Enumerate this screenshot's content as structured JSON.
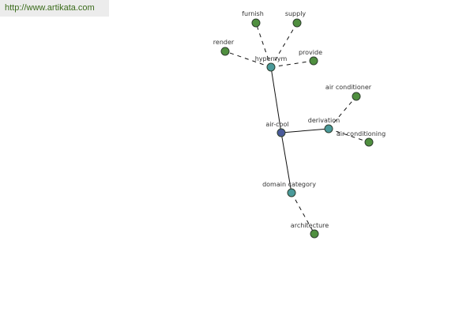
{
  "header": {
    "site_url": "http://www.artikata.com"
  },
  "colors": {
    "root_node": "#4a5a9a",
    "category_node": "#4a9a9a",
    "leaf_node": "#4f8f3f",
    "node_stroke": "#2f3f2f",
    "edge": "#111111"
  },
  "graph": {
    "nodes": [
      {
        "id": "air-cool",
        "label": "air-cool",
        "kind": "root"
      },
      {
        "id": "hypernym",
        "label": "hypernym",
        "kind": "category"
      },
      {
        "id": "derivation",
        "label": "derivation",
        "kind": "category"
      },
      {
        "id": "domain-category",
        "label": "domain category",
        "kind": "category"
      },
      {
        "id": "furnish",
        "label": "furnish",
        "kind": "leaf"
      },
      {
        "id": "supply",
        "label": "supply",
        "kind": "leaf"
      },
      {
        "id": "render",
        "label": "render",
        "kind": "leaf"
      },
      {
        "id": "provide",
        "label": "provide",
        "kind": "leaf"
      },
      {
        "id": "air-conditioner",
        "label": "air conditioner",
        "kind": "leaf"
      },
      {
        "id": "air-conditioning",
        "label": "air conditioning",
        "kind": "leaf"
      },
      {
        "id": "architecture",
        "label": "architecture",
        "kind": "leaf"
      }
    ],
    "edges": [
      {
        "from": "air-cool",
        "to": "hypernym",
        "style": "solid"
      },
      {
        "from": "air-cool",
        "to": "derivation",
        "style": "solid"
      },
      {
        "from": "air-cool",
        "to": "domain-category",
        "style": "solid"
      },
      {
        "from": "hypernym",
        "to": "furnish",
        "style": "dashed"
      },
      {
        "from": "hypernym",
        "to": "supply",
        "style": "dashed"
      },
      {
        "from": "hypernym",
        "to": "render",
        "style": "dashed"
      },
      {
        "from": "hypernym",
        "to": "provide",
        "style": "dashed"
      },
      {
        "from": "derivation",
        "to": "air-conditioner",
        "style": "dashed"
      },
      {
        "from": "derivation",
        "to": "air-conditioning",
        "style": "dashed"
      },
      {
        "from": "domain-category",
        "to": "architecture",
        "style": "dashed"
      }
    ]
  }
}
